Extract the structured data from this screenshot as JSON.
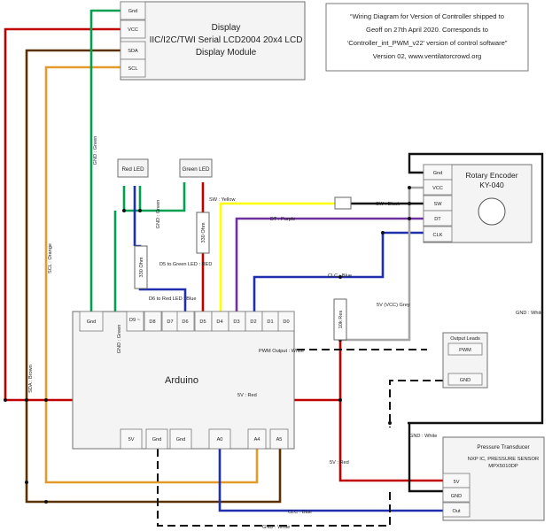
{
  "display": {
    "title_lines": [
      "Display",
      "IIC/I2C/TWI Serial LCD2004 20x4 LCD",
      "Display Module"
    ],
    "pins": [
      "Gnd",
      "VCC",
      "SDA",
      "SCL"
    ]
  },
  "note": {
    "line1": "“Wiring Diagram for Version of Controller shipped to",
    "line2": "Geoff on 27th April 2020. Corresponds to",
    "line3": "‘Controller_int_PWM_v22’ version of control software”",
    "line4": "Version 02, www.ventilatorcrowd.org"
  },
  "rotary": {
    "title_lines": [
      "Rotary Encoder",
      "KY-040"
    ],
    "pins": [
      "Gnd",
      "VCC",
      "SW",
      "DT",
      "CLK"
    ]
  },
  "red_led": "Red LED",
  "green_led": "Green LED",
  "resistor_330_a": "330 Ohm",
  "resistor_330_b": "330 Ohm",
  "resistor_10k": "10k Res",
  "arduino": {
    "label": "Arduino",
    "top_pins": [
      "Gnd",
      "D9 ~",
      "D8",
      "D7",
      "D6",
      "D5",
      "D4",
      "D3",
      "D2",
      "D1",
      "D0"
    ],
    "bottom_pins": [
      "5V",
      "Gnd",
      "Gnd",
      "A0",
      "A4",
      "A5"
    ]
  },
  "output_leads": {
    "title": "Output Leads",
    "pins": [
      "PWM",
      "GND"
    ]
  },
  "pressure": {
    "title": "Pressure Transducer",
    "sub1": "NXP IC, PRESSURE SENSOR",
    "sub2": "MPX5010DP",
    "pins": [
      "5V",
      "GND",
      "Out"
    ]
  },
  "wire_labels": {
    "gnd_green_display": "GND : Green",
    "scl_orange": "SCL : Orange",
    "sda_brown": "SDA : Brown",
    "gnd_green_led": "GND : Green",
    "sw_yellow": "SW : Yellow",
    "sw_black": "SW : Black",
    "dt_purple": "DT : Purple",
    "d5_green_led": "D5 to Green LED : RED",
    "d6_red_led": "D6 to Red LED : Blue",
    "clc_blue_top": "CLC : Blue",
    "sv_grey": "5V (VCC)  Grey",
    "gnd_white_right": "GND : White",
    "pwm_white": "PWM Output : White",
    "gnd_green_arduino": "GND : Green",
    "sv_red": "5V : Red",
    "gnd_white_mid": "GND : White",
    "sv_red_bottom": "5V : Red",
    "clc_blue_bottom": "CLC : Blue",
    "gnd_white_bottom": "GND : White"
  },
  "colors": {
    "red": "#c00000",
    "green": "#00a050",
    "brown": "#5c3000",
    "orange": "#e59b2b",
    "yellow": "#ffff00",
    "purple": "#7030a0",
    "blue": "#1f2fb0",
    "grey": "#a6a6a6",
    "black": "#111111"
  }
}
